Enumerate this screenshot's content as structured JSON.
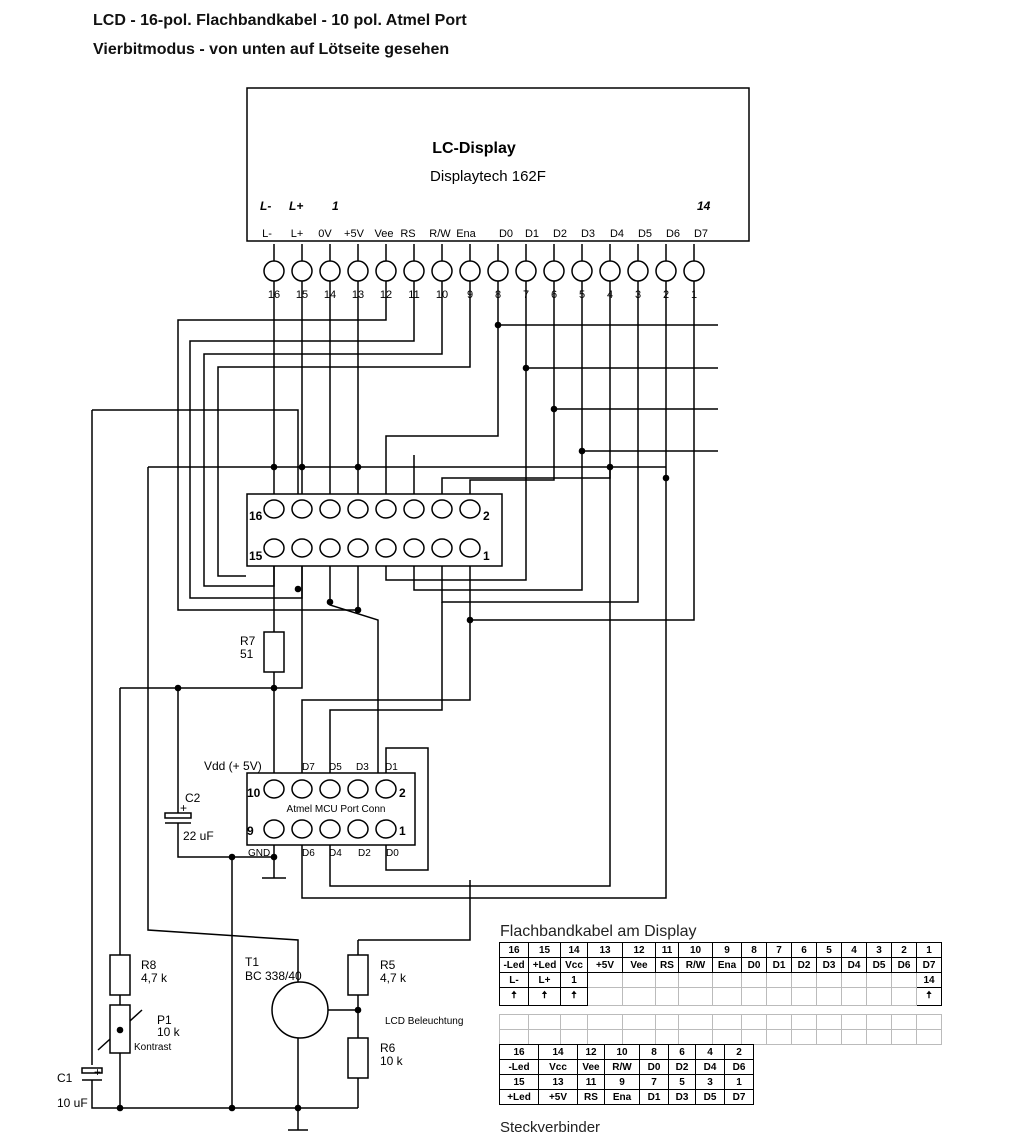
{
  "title_line1": "LCD - 16-pol. Flachbandkabel - 10 pol. Atmel Port",
  "title_line2": "Vierbitmodus - von unten auf Lötseite gesehen",
  "display": {
    "name": "LC-Display",
    "model": "Displaytech 162F",
    "top_labels": [
      "L-",
      "L+",
      "1",
      "14"
    ],
    "pin_labels": [
      "L-",
      "L+",
      "0V",
      "+5V",
      "Vee",
      "RS",
      "R/W",
      "Ena",
      "D0",
      "D1",
      "D2",
      "D3",
      "D4",
      "D5",
      "D6",
      "D7"
    ],
    "pin_numbers": [
      "16",
      "15",
      "14",
      "13",
      "12",
      "11",
      "10",
      "9",
      "8",
      "7",
      "6",
      "5",
      "4",
      "3",
      "2",
      "1"
    ]
  },
  "ribbon_connector": {
    "top_left": "16",
    "top_right": "2",
    "bottom_left": "15",
    "bottom_right": "1"
  },
  "atmel_connector": {
    "name": "Atmel MCU Port Conn",
    "vdd_label": "Vdd (+ 5V)",
    "top_labels": [
      "D7",
      "D5",
      "D3",
      "D1"
    ],
    "bottom_labels": [
      "GND",
      "D6",
      "D4",
      "D2",
      "D0"
    ],
    "top_left": "10",
    "top_right": "2",
    "bottom_left": "9",
    "bottom_right": "1"
  },
  "components": {
    "r7_name": "R7",
    "r7_value": "51",
    "c2_name": "C2",
    "c2_value": "22 uF",
    "r8_name": "R8",
    "r8_value": "4,7 k",
    "p1_name": "P1",
    "p1_value": "10 k",
    "p1_desc": "Kontrast",
    "c1_name": "C1",
    "c1_value": "10 uF",
    "t1_name": "T1",
    "t1_type": "BC 338/40",
    "r5_name": "R5",
    "r5_value": "4,7 k",
    "r6_name": "R6",
    "r6_value": "10 k",
    "lcd_light": "LCD Beleuchtung",
    "plus": "+"
  },
  "table_title": "Flachbandkabel am Display",
  "table_display": {
    "pins": [
      "16",
      "15",
      "14",
      "13",
      "12",
      "11",
      "10",
      "9",
      "8",
      "7",
      "6",
      "5",
      "4",
      "3",
      "2",
      "1"
    ],
    "signals": [
      "-Led",
      "+Led",
      "Vcc",
      "+5V",
      "Vee",
      "RS",
      "R/W",
      "Ena",
      "D0",
      "D1",
      "D2",
      "D3",
      "D4",
      "D5",
      "D6",
      "D7"
    ],
    "row3": [
      "L-",
      "L+",
      "1",
      "",
      "",
      "",
      "",
      "",
      "",
      "",
      "",
      "",
      "",
      "",
      "",
      "14"
    ],
    "row4": [
      "🠅",
      "🠅",
      "🠅",
      "",
      "",
      "",
      "",
      "",
      "",
      "",
      "",
      "",
      "",
      "",
      "",
      "🠅"
    ]
  },
  "table_plug": {
    "row1": [
      "16",
      "14",
      "12",
      "10",
      "8",
      "6",
      "4",
      "2"
    ],
    "row2": [
      "-Led",
      "Vcc",
      "Vee",
      "R/W",
      "D0",
      "D2",
      "D4",
      "D6"
    ],
    "row3": [
      "15",
      "13",
      "11",
      "9",
      "7",
      "5",
      "3",
      "1"
    ],
    "row4": [
      "+Led",
      "+5V",
      "RS",
      "Ena",
      "D1",
      "D3",
      "D5",
      "D7"
    ]
  },
  "table_caption": "Steckverbinder"
}
